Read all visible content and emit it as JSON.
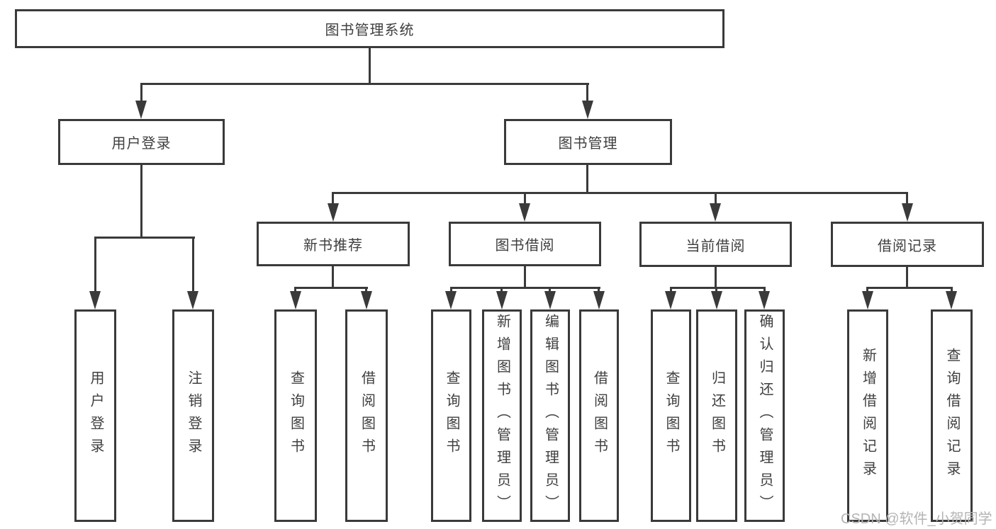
{
  "diagram": {
    "nodes": {
      "root": "图书管理系统",
      "level2": [
        "用户登录",
        "图书管理"
      ],
      "level3": [
        "新书推荐",
        "图书借阅",
        "当前借阅",
        "借阅记录"
      ],
      "leaves": [
        "用户登录",
        "注销登录",
        "查询图书",
        "借阅图书",
        "查询图书",
        "新增图书（管理员）",
        "编辑图书（管理员）",
        "借阅图书",
        "查询图书",
        "归还图书",
        "确认归还（管理员）",
        "新增借阅记录",
        "查询借阅记录"
      ]
    },
    "hierarchy": {
      "图书管理系统": [
        "用户登录",
        "图书管理"
      ],
      "用户登录": [
        "用户登录",
        "注销登录"
      ],
      "图书管理": [
        "新书推荐",
        "图书借阅",
        "当前借阅",
        "借阅记录"
      ],
      "新书推荐": [
        "查询图书",
        "借阅图书"
      ],
      "图书借阅": [
        "查询图书",
        "新增图书（管理员）",
        "编辑图书（管理员）",
        "借阅图书"
      ],
      "当前借阅": [
        "查询图书",
        "归还图书",
        "确认归还（管理员）"
      ],
      "借阅记录": [
        "新增借阅记录",
        "查询借阅记录"
      ]
    }
  },
  "watermark": {
    "text": "CSDN @软件_小贺同学"
  },
  "colors": {
    "line": "#3a3a3a",
    "text": "#3f3f3f",
    "watermark": "#b4b4b4",
    "background": "#ffffff"
  }
}
